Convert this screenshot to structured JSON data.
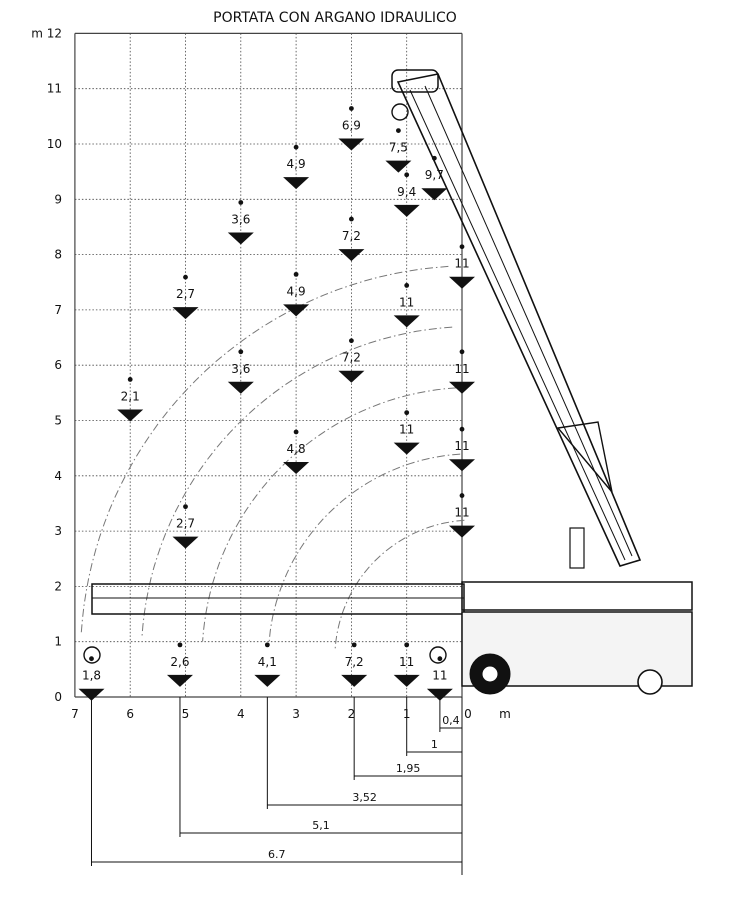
{
  "title": "PORTATA CON ARGANO IDRAULICO",
  "units": {
    "y": "m",
    "x": "m"
  },
  "chart_data": {
    "type": "scatter",
    "title": "PORTATA CON ARGANO IDRAULICO",
    "xlabel": "m",
    "ylabel": "m",
    "xlim": [
      7,
      0
    ],
    "ylim": [
      0,
      12
    ],
    "x_ticks": [
      "7",
      "6",
      "5",
      "4",
      "3",
      "2",
      "1",
      "0"
    ],
    "y_ticks": [
      "0",
      "1",
      "2",
      "3",
      "4",
      "5",
      "6",
      "7",
      "8",
      "9",
      "10",
      "11",
      "12"
    ],
    "y_top_label": "m 12",
    "grid": true,
    "points": [
      {
        "x": 2.0,
        "y": 10.1,
        "label": "6,9"
      },
      {
        "x": 1.15,
        "y": 9.7,
        "label": "7,5"
      },
      {
        "x": 0.5,
        "y": 9.2,
        "label": "9,7"
      },
      {
        "x": 1.0,
        "y": 8.9,
        "label": "9,4"
      },
      {
        "x": 3.0,
        "y": 9.4,
        "label": "4,9"
      },
      {
        "x": 4.0,
        "y": 8.4,
        "label": "3,6"
      },
      {
        "x": 2.0,
        "y": 8.1,
        "label": "7,2"
      },
      {
        "x": 0.0,
        "y": 7.6,
        "label": "11"
      },
      {
        "x": 5.0,
        "y": 7.05,
        "label": "2,7"
      },
      {
        "x": 3.0,
        "y": 7.1,
        "label": "4,9"
      },
      {
        "x": 1.0,
        "y": 6.9,
        "label": "11"
      },
      {
        "x": 4.0,
        "y": 5.7,
        "label": "3,6"
      },
      {
        "x": 2.0,
        "y": 5.9,
        "label": "7,2"
      },
      {
        "x": 0.0,
        "y": 5.7,
        "label": "11"
      },
      {
        "x": 6.0,
        "y": 5.2,
        "label": "2,1"
      },
      {
        "x": 1.0,
        "y": 4.6,
        "label": "11"
      },
      {
        "x": 0.0,
        "y": 4.3,
        "label": "11"
      },
      {
        "x": 3.0,
        "y": 4.25,
        "label": "4,8"
      },
      {
        "x": 5.0,
        "y": 2.9,
        "label": "2,7"
      },
      {
        "x": 0.0,
        "y": 3.1,
        "label": "11"
      },
      {
        "x": 5.1,
        "y": 0.4,
        "label": "2,6"
      },
      {
        "x": 3.52,
        "y": 0.4,
        "label": "4,1"
      },
      {
        "x": 1.95,
        "y": 0.4,
        "label": "7,2"
      },
      {
        "x": 1.0,
        "y": 0.4,
        "label": "11"
      },
      {
        "x": 0.4,
        "y": 0.15,
        "label": "11"
      },
      {
        "x": 6.7,
        "y": 0.15,
        "label": "1,8"
      }
    ],
    "distances": [
      {
        "value": 0.4,
        "label": "0,4"
      },
      {
        "value": 1,
        "label": "1"
      },
      {
        "value": 1.95,
        "label": "1,95"
      },
      {
        "value": 3.52,
        "label": "3,52"
      },
      {
        "value": 5.1,
        "label": "5,1"
      },
      {
        "value": 6.7,
        "label": "6.7"
      }
    ]
  },
  "crane": {
    "boom_color": "#111111",
    "arc_color": "#777777"
  }
}
